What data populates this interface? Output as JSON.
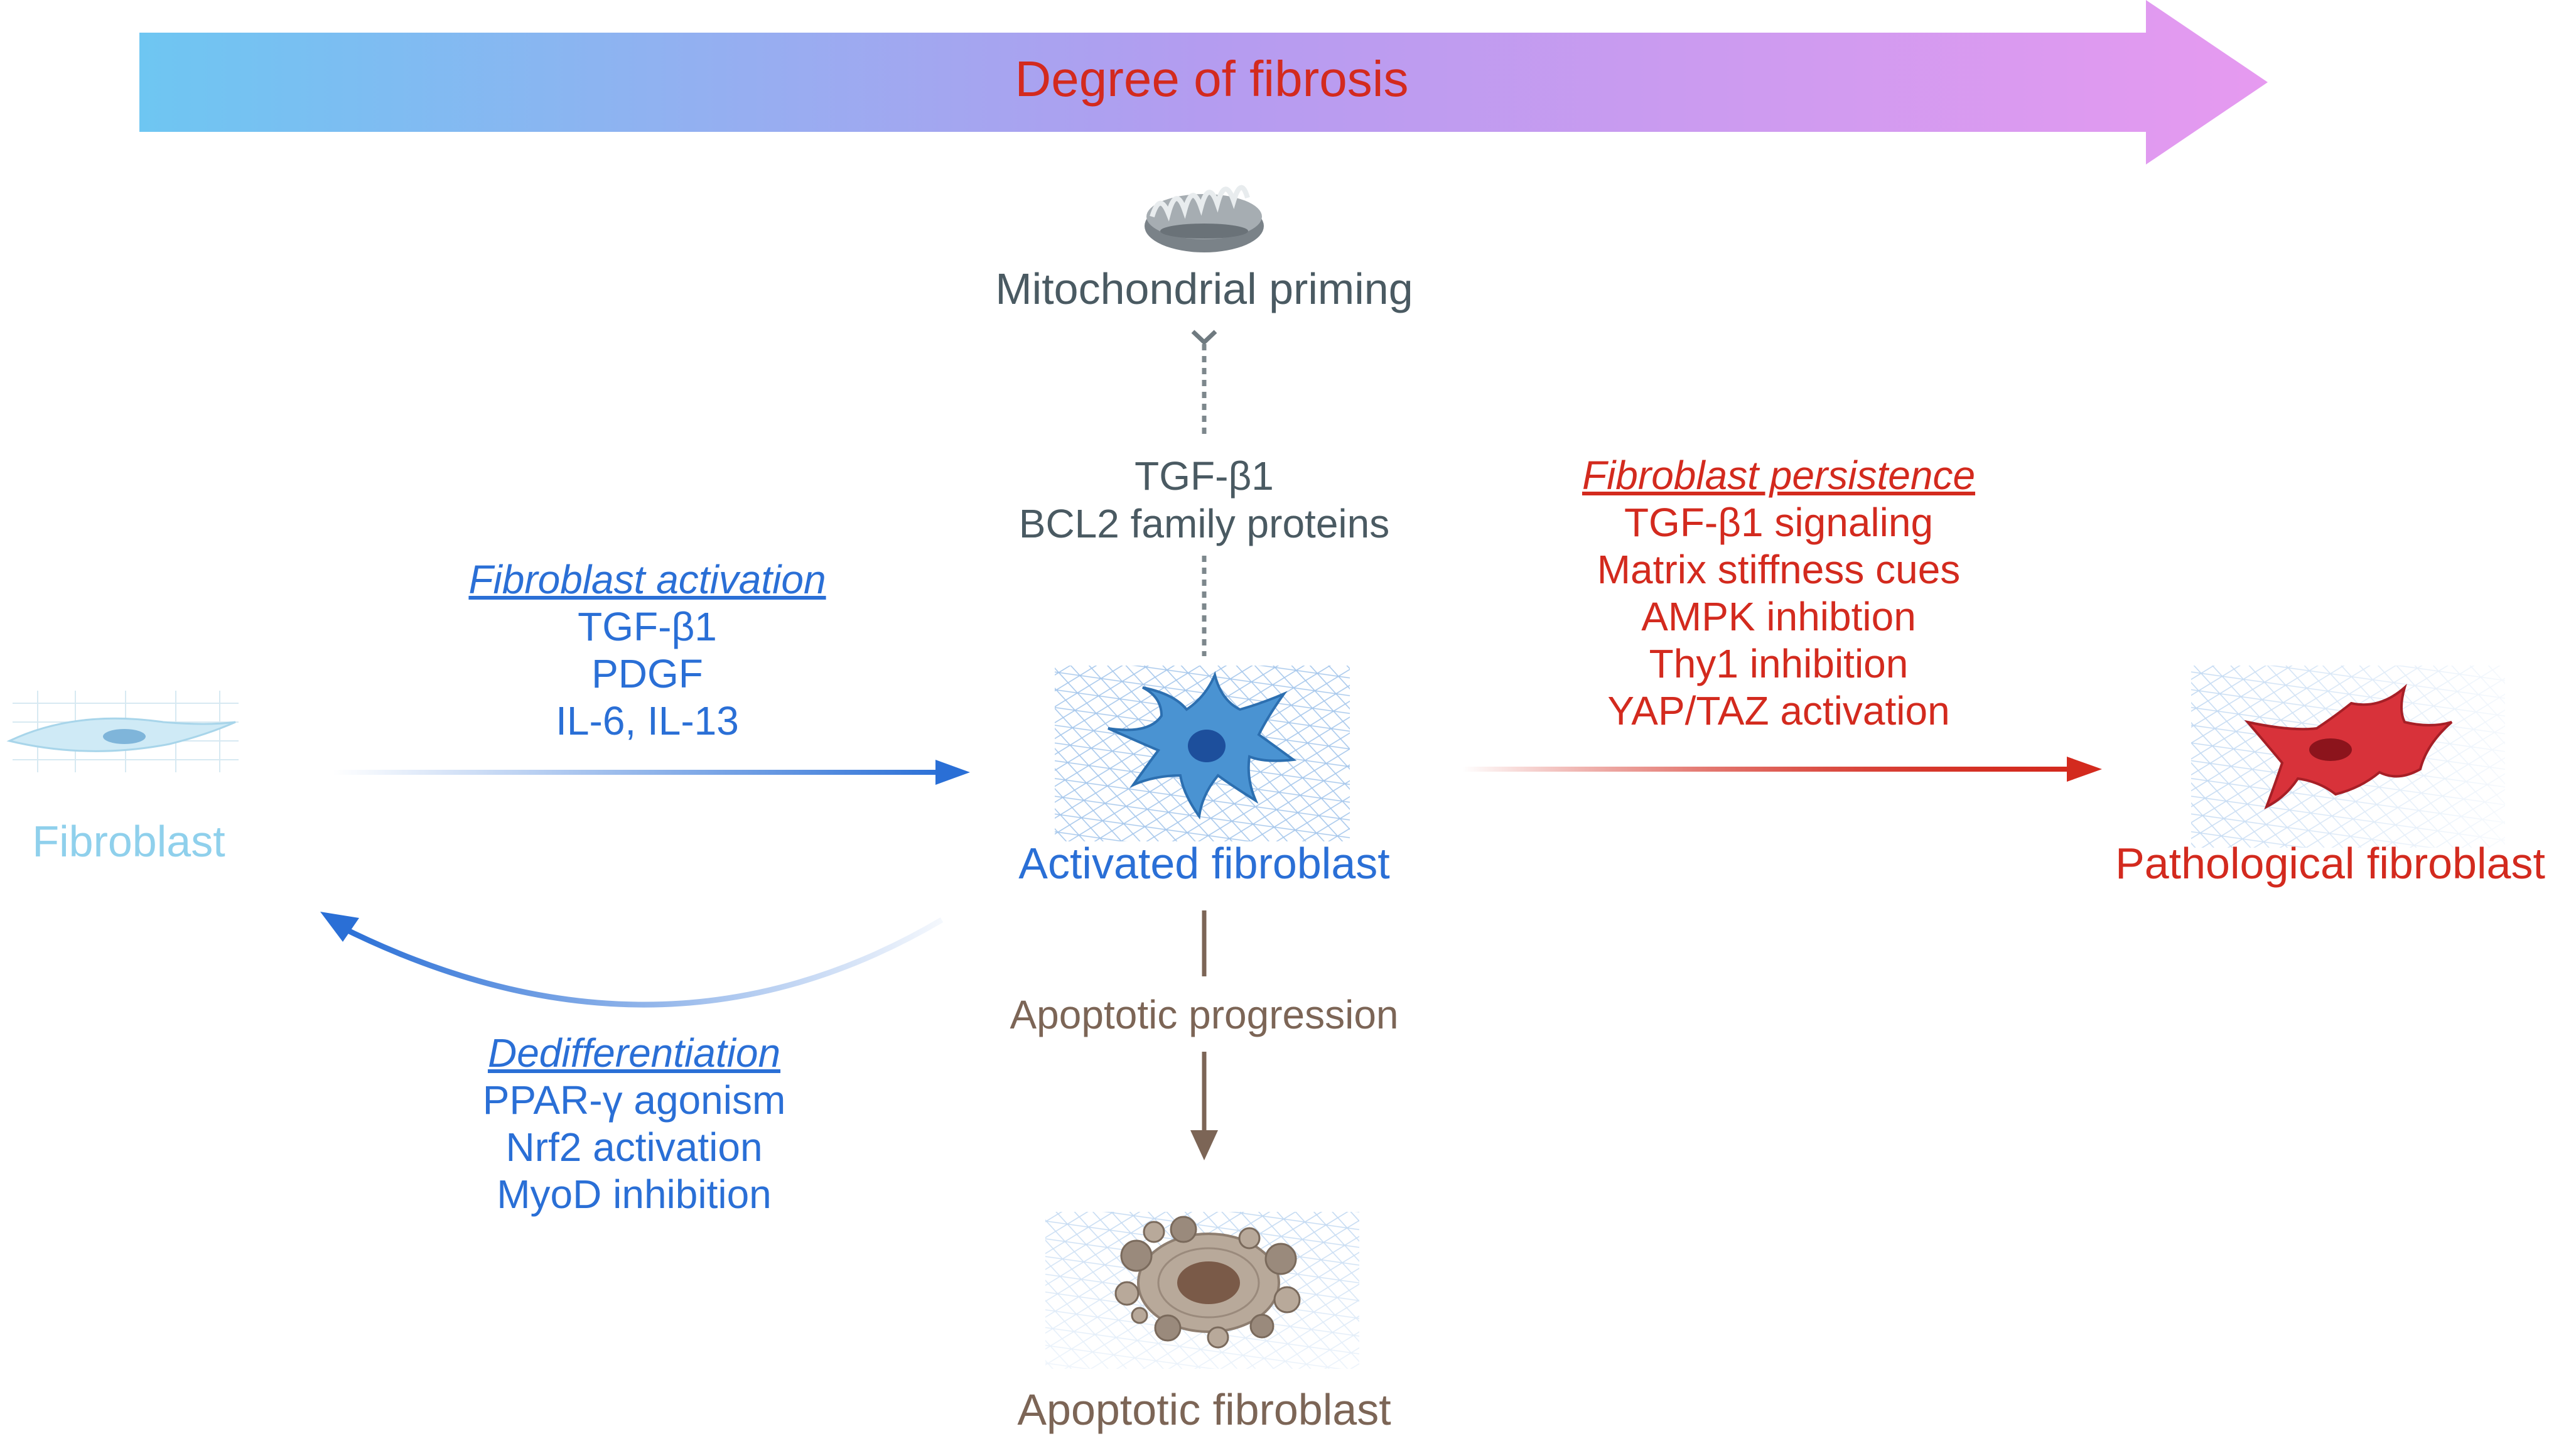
{
  "colors": {
    "arrow_start": "#6ec6f2",
    "arrow_mid": "#b49cf0",
    "arrow_end": "#e69af0",
    "title_red": "#d32a1e",
    "blue": "#2a6fd6",
    "light_blue": "#8fd0ec",
    "red": "#d32a1e",
    "gray": "#4a5a62",
    "brown": "#7c6556"
  },
  "header": {
    "title": "Degree of fibrosis"
  },
  "mito": {
    "label": "Mitochondrial priming",
    "factors": [
      "TGF-β1",
      "BCL2 family proteins"
    ]
  },
  "cells": {
    "fibroblast": "Fibroblast",
    "activated": "Activated fibroblast",
    "pathological": "Pathological fibroblast",
    "apoptotic": "Apoptotic fibroblast"
  },
  "activation": {
    "title": "Fibroblast activation",
    "items": [
      "TGF-β1",
      "PDGF",
      "IL-6, IL-13"
    ]
  },
  "persistence": {
    "title": "Fibroblast persistence",
    "items": [
      "TGF-β1 signaling",
      "Matrix stiffness cues",
      "AMPK inhibtion",
      "Thy1 inhibition",
      "YAP/TAZ activation"
    ]
  },
  "dedifferentiation": {
    "title": "Dedifferentiation",
    "items": [
      "PPAR-γ agonism",
      "Nrf2 activation",
      "MyoD inhibition"
    ]
  },
  "apoptosis": {
    "label": "Apoptotic progression"
  },
  "icons": [
    "mitochondrion-icon",
    "fibroblast-cell-icon",
    "activated-fibroblast-icon",
    "pathological-fibroblast-icon",
    "apoptotic-fibroblast-icon"
  ]
}
